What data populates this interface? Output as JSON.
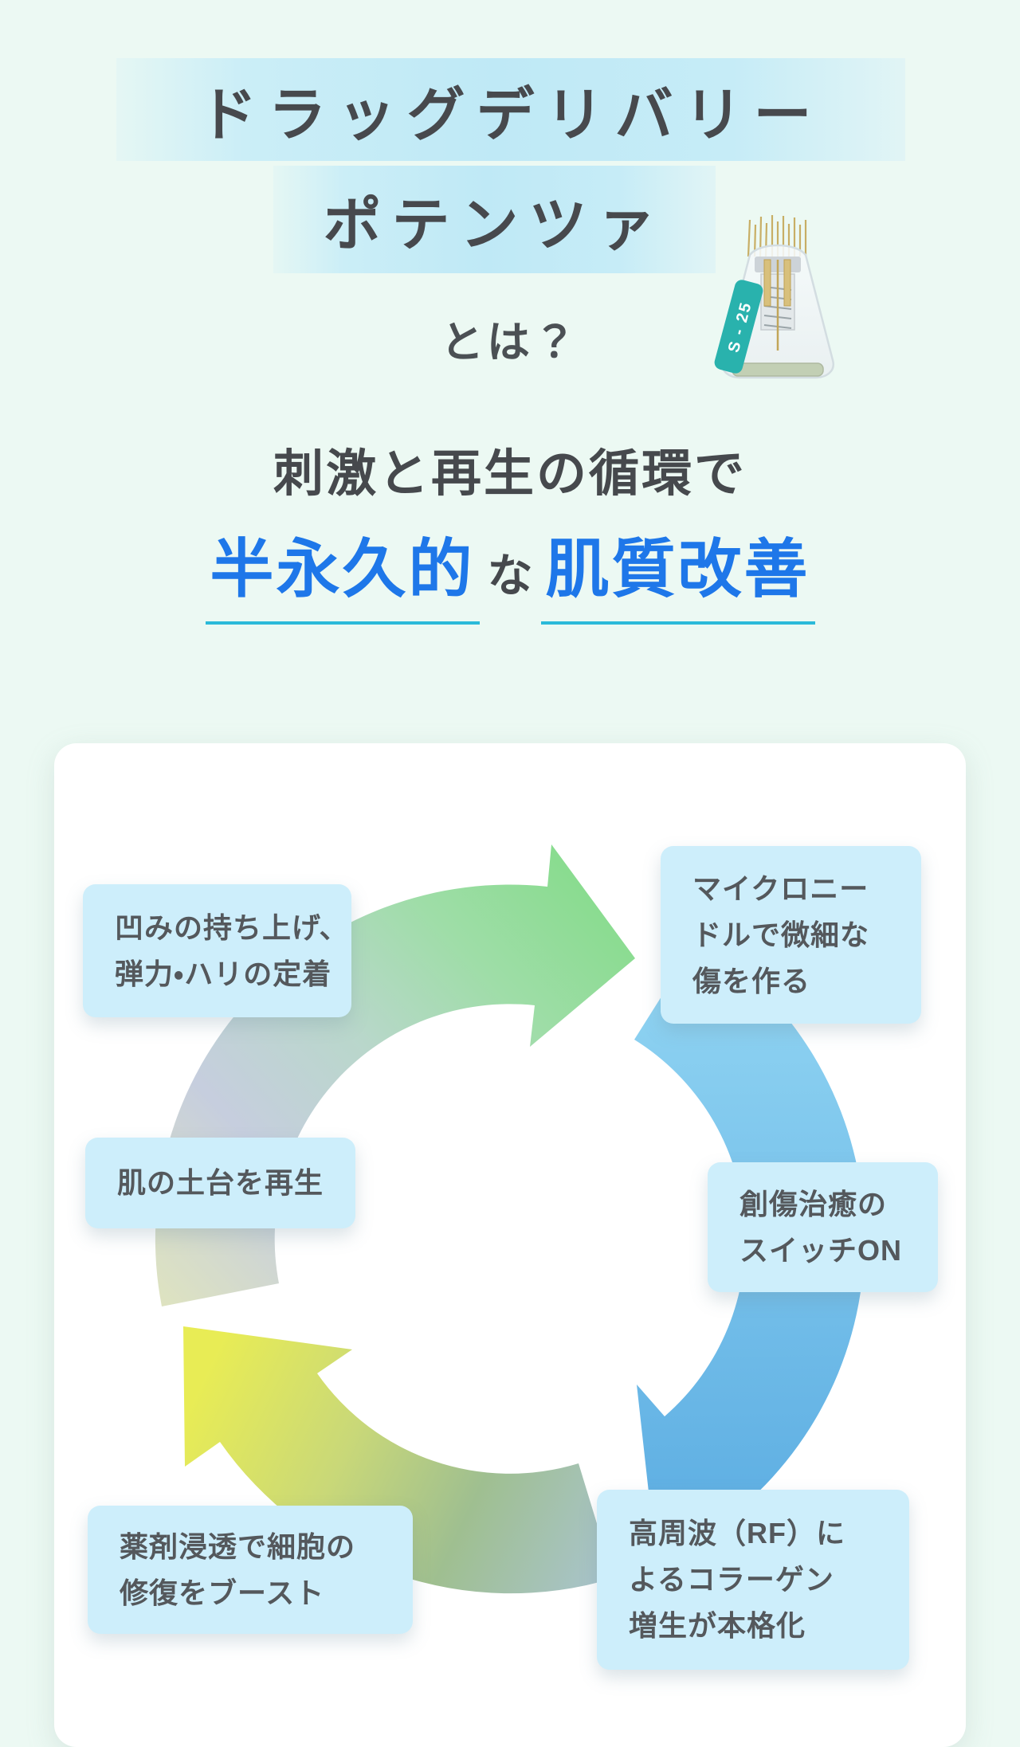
{
  "header": {
    "title_line1": "ドラッグデリバリー",
    "title_line2": "ポテンツァ",
    "question": "とは？",
    "subtitle": "刺激と再生の循環で",
    "emphasis1": "半永久的",
    "particle": "な",
    "emphasis2": "肌質改善"
  },
  "product": {
    "badge_label": "S - 25"
  },
  "cycle": {
    "direction": "clockwise",
    "steps": [
      {
        "id": 1,
        "position": "top-right",
        "label": "マイクロニードルで微細な傷を作る",
        "lines": [
          "マイクロニー",
          "ドルで微細な",
          "傷を作る"
        ]
      },
      {
        "id": 2,
        "position": "right",
        "label": "創傷治癒のスイッチON",
        "lines": [
          "創傷治癒の",
          "スイッチON"
        ]
      },
      {
        "id": 3,
        "position": "bottom-right",
        "label": "高周波（RF）によるコラーゲン増生が本格化",
        "lines": [
          "高周波（RF）に",
          "よるコラーゲン",
          "増生が本格化"
        ]
      },
      {
        "id": 4,
        "position": "bottom-left",
        "label": "薬剤浸透で細胞の修復をブースト",
        "lines": [
          "薬剤浸透で細胞の",
          "修復をブースト"
        ]
      },
      {
        "id": 5,
        "position": "left",
        "label": "肌の土台を再生",
        "lines": [
          "肌の土台を再生"
        ]
      },
      {
        "id": 6,
        "position": "top-left",
        "label": "凹みの持ち上げ、弾力・ハリの定着",
        "lines": [
          "凹みの持ち上げ、",
          "弾力・ハリの定着"
        ]
      }
    ]
  },
  "colors": {
    "page_bg": "#ecf9f3",
    "highlight_band": "#bfe9f6",
    "accent_blue_text": "#1e77e9",
    "underline_cyan": "#2bbad9",
    "arrow_green": "#8adc90",
    "arrow_blue": "#5cade2",
    "arrow_yellow": "#e8ec55",
    "step_box_bg": "#cdeefb",
    "step_text": "#54585c",
    "badge_teal": "#29b2ad"
  }
}
